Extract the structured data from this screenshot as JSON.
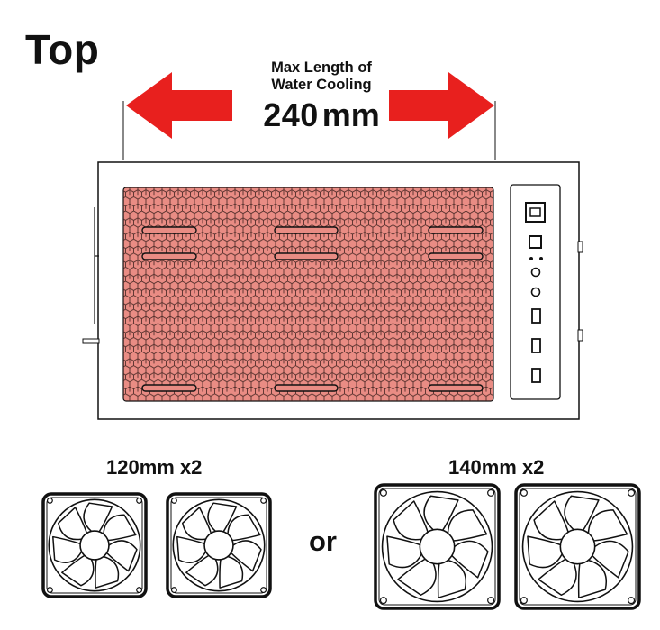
{
  "title": "Top",
  "measurement": {
    "caption": "Max Length of\nWater Cooling",
    "caption_line1": "Max Length of",
    "caption_line2": "Water Cooling",
    "value": "240",
    "unit": "mm"
  },
  "fan_options": [
    {
      "label": "120mm x2"
    },
    {
      "label": "140mm x2"
    }
  ],
  "separator": "or",
  "colors": {
    "arrow": "#e8201e",
    "mesh_fill": "#e98c84",
    "line": "#111111"
  },
  "icons": [
    "left-arrow-icon",
    "right-arrow-icon",
    "fan-icon",
    "usb-port-icon",
    "power-button-icon",
    "audio-jack-icon"
  ]
}
